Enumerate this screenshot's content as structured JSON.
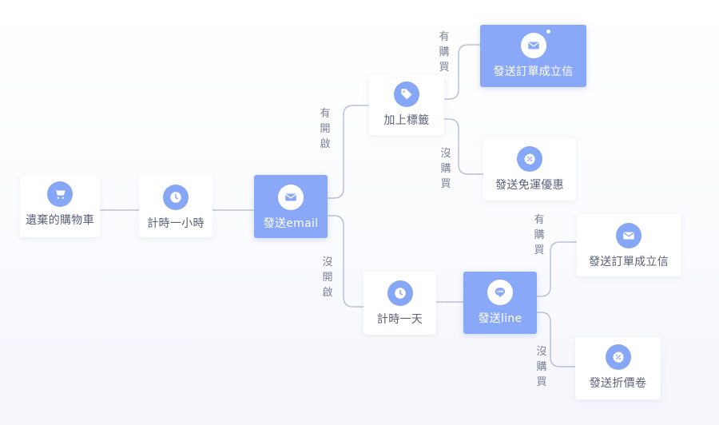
{
  "nodes": {
    "cart": {
      "label": "遺棄的購物車"
    },
    "wait_hour": {
      "label": "計時一小時"
    },
    "email": {
      "label": "發送email"
    },
    "tag": {
      "label": "加上標籤"
    },
    "order_mail1": {
      "label": "發送訂單成立信"
    },
    "free_ship": {
      "label": "發送免運優惠"
    },
    "wait_day": {
      "label": "計時一天"
    },
    "line": {
      "label": "發送line"
    },
    "order_mail2": {
      "label": "發送訂單成立信"
    },
    "coupon": {
      "label": "發送折價卷"
    }
  },
  "edges": {
    "opened": "有開啟",
    "not_opened": "沒開啟",
    "bought_1": "有購買",
    "not_bought_1": "沒購買",
    "bought_2": "有購買",
    "not_bought_2": "沒購買"
  },
  "colors": {
    "primary": "#8aa8f8",
    "icon_bg": "#86a6f6",
    "connector": "#b9c1d9",
    "text": "#5a6178"
  }
}
